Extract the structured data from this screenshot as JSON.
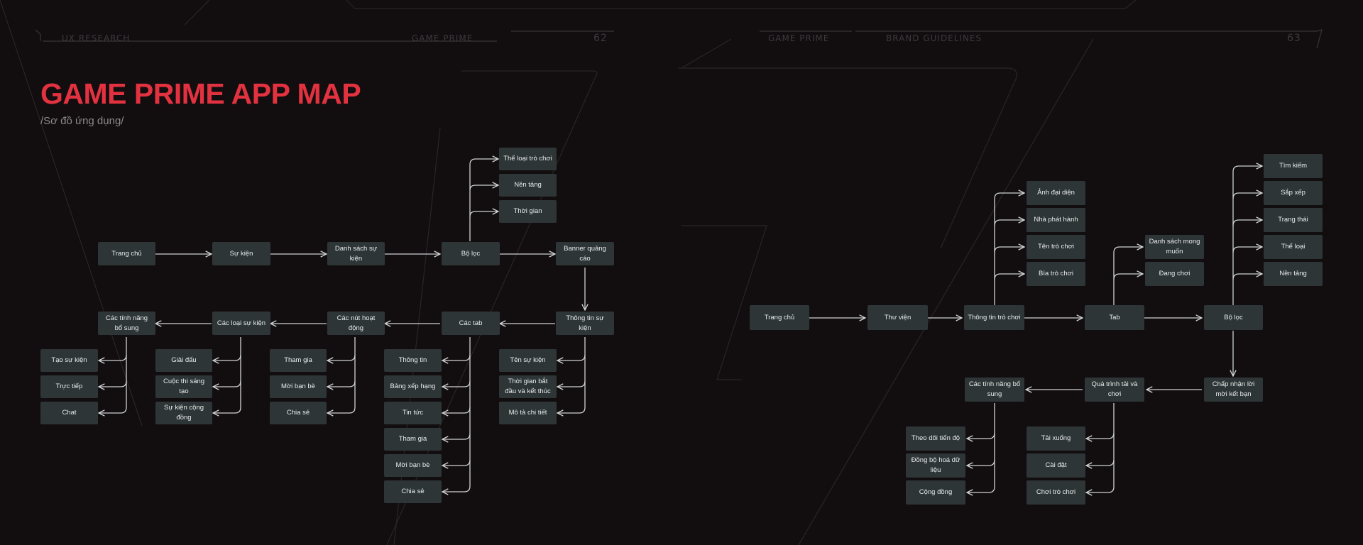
{
  "header": {
    "left_section": "UX RESEARCH",
    "left_brand": "GAME PRIME",
    "left_page": "62",
    "right_brand": "GAME PRIME",
    "right_section": "BRAND GUIDELINES",
    "right_page": "63"
  },
  "title": "GAME PRIME APP MAP",
  "subtitle": "/Sơ đồ ứng dụng/",
  "accent_color": "#e2323f",
  "nodes": {
    "l_trang_chu": "Trang chủ",
    "l_su_kien": "Sự kiện",
    "l_danh_sach": "Danh sách sự kiện",
    "l_bo_loc": "Bộ lọc",
    "l_banner": "Banner quảng cáo",
    "l_the_loai": "Thể loại trò chơi",
    "l_nen_tang": "Nền tảng",
    "l_thoi_gian": "Thời gian",
    "l_thong_tin_sk": "Thông tin sự kiện",
    "l_cac_tab": "Các tab",
    "l_cac_nut": "Các nút hoạt động",
    "l_cac_loai": "Các loại sự kiện",
    "l_tinh_nang": "Các tính năng bổ sung",
    "l_ten_sk": "Tên sự kiện",
    "l_thoi_gian_bd": "Thời gian bắt đầu và kết thúc",
    "l_mo_ta": "Mô tả chi tiết",
    "l_tab_thong_tin": "Thông tin",
    "l_tab_bxh": "Bảng xếp hạng",
    "l_tab_tin_tuc": "Tin tức",
    "l_tab_tham_gia": "Tham gia",
    "l_tab_moi": "Mời bạn bè",
    "l_tab_chia_se": "Chia sẻ",
    "l_nut_tham_gia": "Tham gia",
    "l_nut_moi": "Mời bạn bè",
    "l_nut_chia_se": "Chia sẻ",
    "l_giai_dau": "Giải đấu",
    "l_cuoc_thi": "Cuộc thi sáng tạo",
    "l_cong_dong_sk": "Sự kiện cộng đồng",
    "l_tao_sk": "Tạo sự kiện",
    "l_truc_tiep": "Trực tiếp",
    "l_chat": "Chat",
    "r_trang_chu": "Trang chủ",
    "r_thu_vien": "Thư viện",
    "r_thong_tin_tc": "Thông tin trò chơi",
    "r_tab": "Tab",
    "r_bo_loc": "Bộ lọc",
    "r_anh": "Ảnh đại diện",
    "r_nph": "Nhà phát hành",
    "r_ten_tc": "Tên trò chơi",
    "r_bia": "Bìa trò chơi",
    "r_ds_mong_muon": "Danh sách mong muốn",
    "r_dang_choi": "Đang chơi",
    "r_tim_kiem": "Tìm kiếm",
    "r_sap_xep": "Sắp xếp",
    "r_trang_thai": "Trạng thái",
    "r_the_loai": "Thể loại",
    "r_nen_tang": "Nền tảng",
    "r_chap_nhan": "Chấp nhận lời mời kết bạn",
    "r_qua_trinh": "Quá trình tải và chơi",
    "r_tinh_nang": "Các tính năng bổ sung",
    "r_tai_xuong": "Tải xuống",
    "r_cai_dat": "Cài đặt",
    "r_choi": "Chơi trò chơi",
    "r_theo_doi": "Theo dõi tiến độ",
    "r_dong_bo": "Đồng bộ hoá dữ liệu",
    "r_cong_dong": "Cộng đồng"
  }
}
